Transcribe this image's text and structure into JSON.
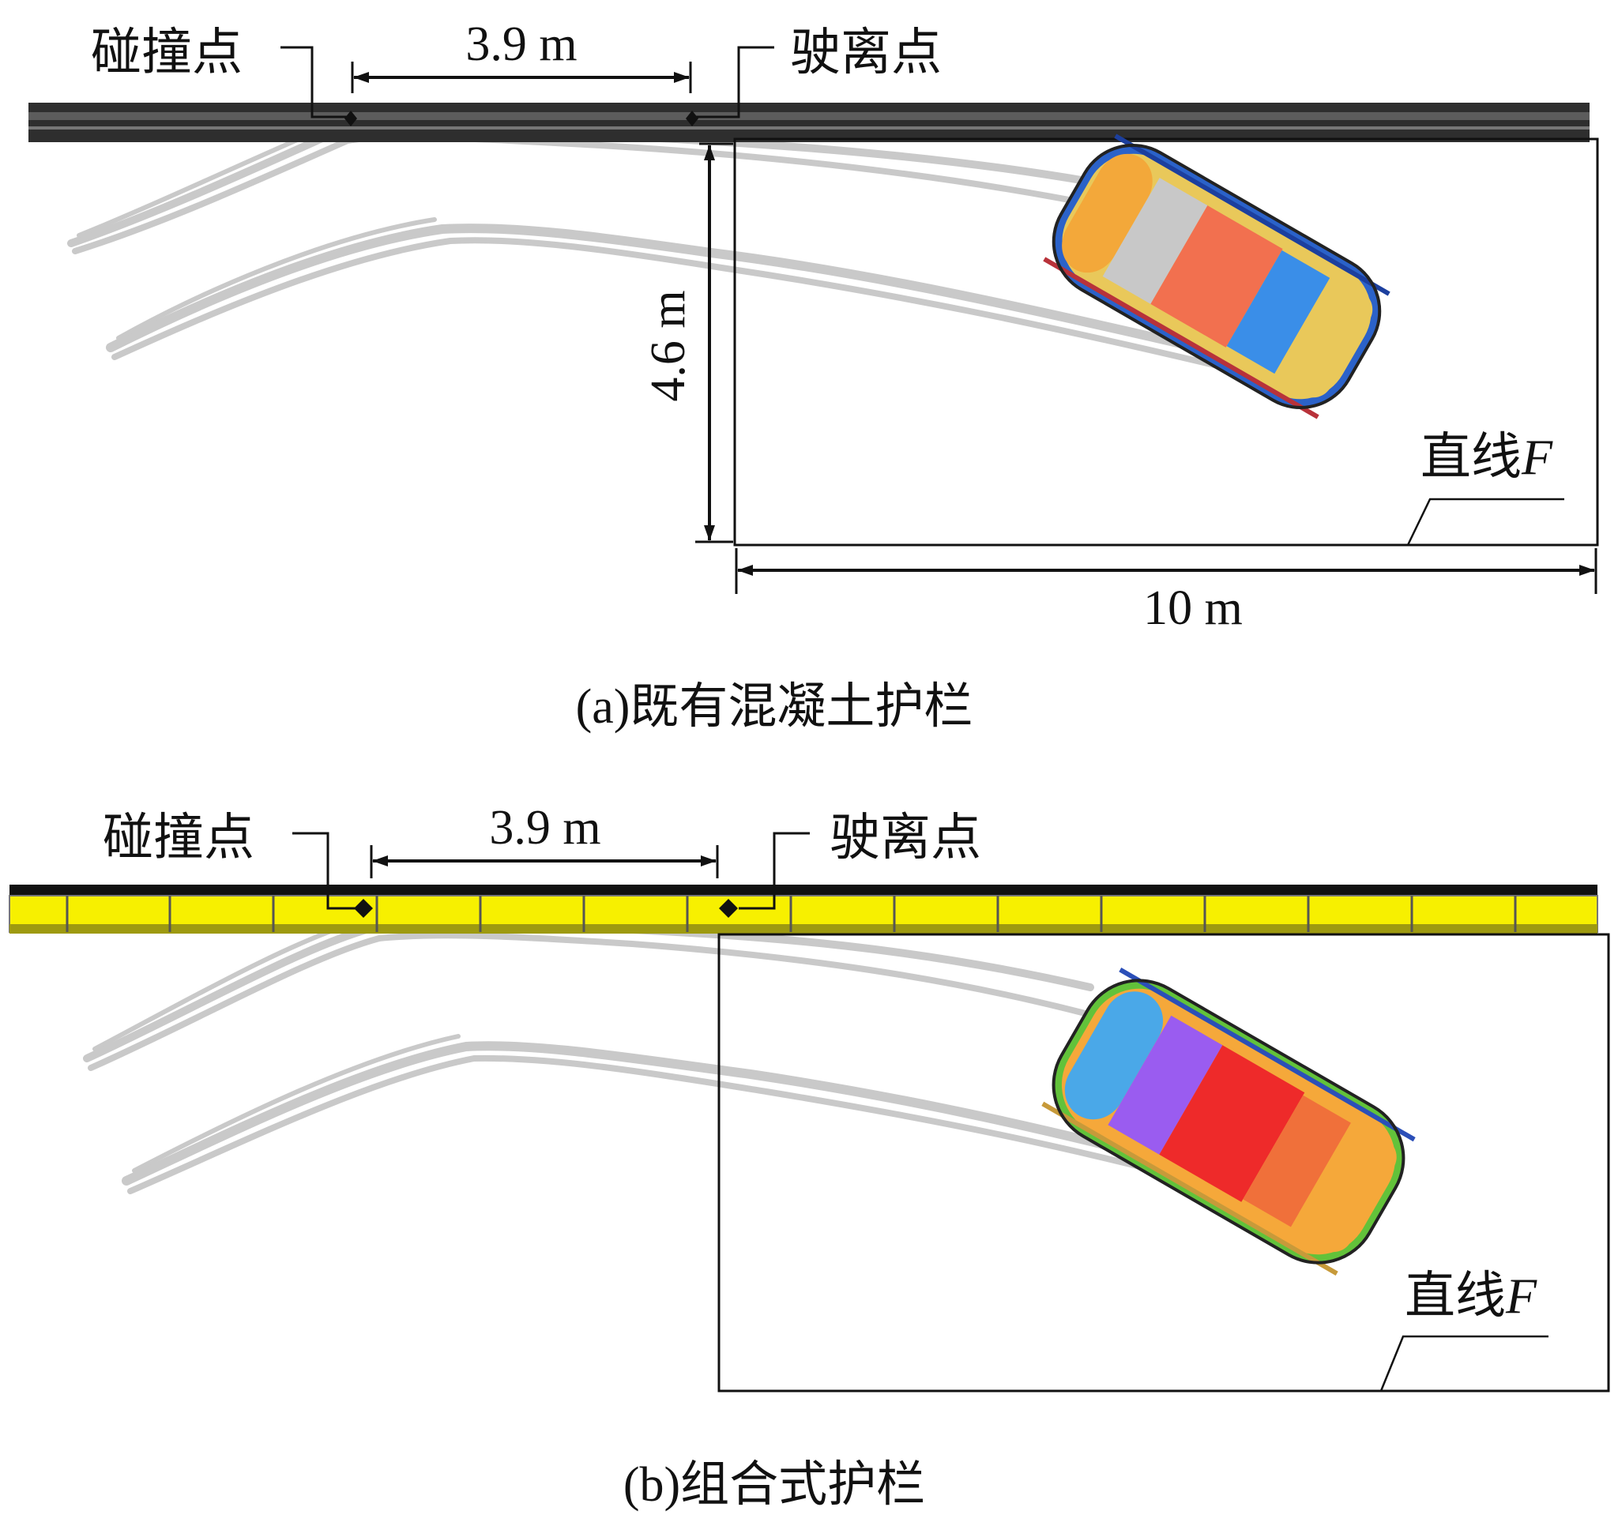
{
  "panels": [
    {
      "id": "a",
      "impact_label": "碰撞点",
      "exit_label": "驶离点",
      "impact_exit_distance": "3.9 m",
      "box_height": "4.6 m",
      "box_width": "10 m",
      "line_label": "直线",
      "line_label_symbol": "F",
      "caption": "(a)既有混凝土护栏",
      "barrier_type": "concrete",
      "car_colors": [
        "#f3a83a",
        "#c8c8c8",
        "#f2704f",
        "#3a8ee8",
        "#e9c85a",
        "#2b62c9"
      ]
    },
    {
      "id": "b",
      "impact_label": "碰撞点",
      "exit_label": "驶离点",
      "impact_exit_distance": "3.9 m",
      "line_label": "直线",
      "line_label_symbol": "F",
      "caption": "(b)组合式护栏",
      "barrier_type": "composite",
      "car_colors": [
        "#4aa8e8",
        "#9a5cf0",
        "#ee2a2a",
        "#f0703a",
        "#f5a83a",
        "#62c23a"
      ]
    }
  ],
  "colors": {
    "concrete_barrier": "#2e2e2e",
    "composite_barrier": "#f7f000",
    "trajectory": "#c9c9c9",
    "line": "#111111"
  }
}
